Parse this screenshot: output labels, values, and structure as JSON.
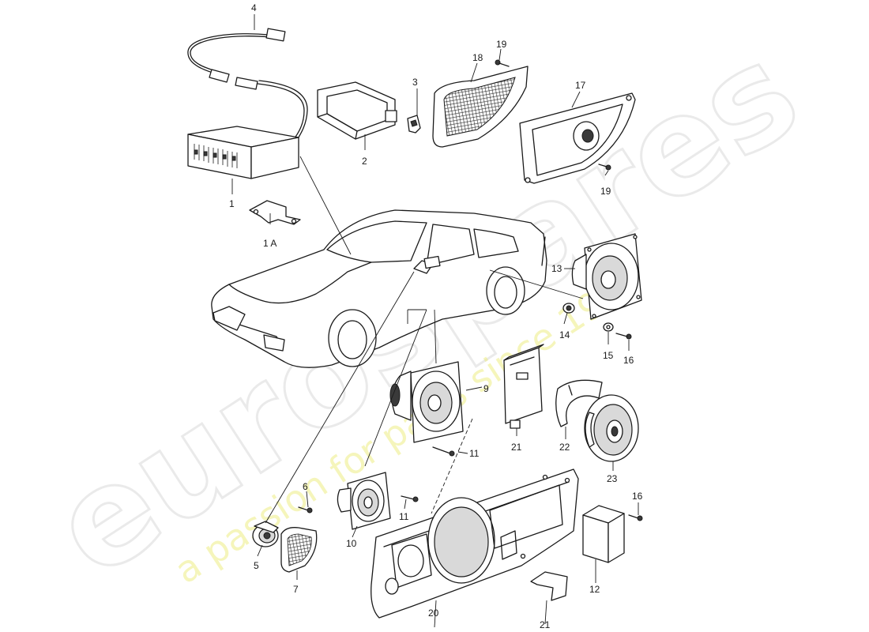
{
  "watermark": {
    "brand": "eurospares",
    "tagline": "a passion for parts since 1985"
  },
  "parts": [
    {
      "id": "p4",
      "label": "4"
    },
    {
      "id": "p3",
      "label": "3"
    },
    {
      "id": "p2",
      "label": "2"
    },
    {
      "id": "p18",
      "label": "18"
    },
    {
      "id": "p19a",
      "label": "19"
    },
    {
      "id": "p17",
      "label": "17"
    },
    {
      "id": "p19b",
      "label": "19"
    },
    {
      "id": "p1",
      "label": "1"
    },
    {
      "id": "p1a",
      "label": "1 A"
    },
    {
      "id": "p13",
      "label": "13"
    },
    {
      "id": "p14",
      "label": "14"
    },
    {
      "id": "p15",
      "label": "15"
    },
    {
      "id": "p16a",
      "label": "16"
    },
    {
      "id": "p9",
      "label": "9"
    },
    {
      "id": "p21a",
      "label": "21"
    },
    {
      "id": "p22",
      "label": "22"
    },
    {
      "id": "p23",
      "label": "23"
    },
    {
      "id": "p11a",
      "label": "11"
    },
    {
      "id": "p6",
      "label": "6"
    },
    {
      "id": "p11b",
      "label": "11"
    },
    {
      "id": "p16b",
      "label": "16"
    },
    {
      "id": "p5",
      "label": "5"
    },
    {
      "id": "p7",
      "label": "7"
    },
    {
      "id": "p10",
      "label": "10"
    },
    {
      "id": "p12",
      "label": "12"
    },
    {
      "id": "p20",
      "label": "20"
    },
    {
      "id": "p21b",
      "label": "21"
    }
  ]
}
